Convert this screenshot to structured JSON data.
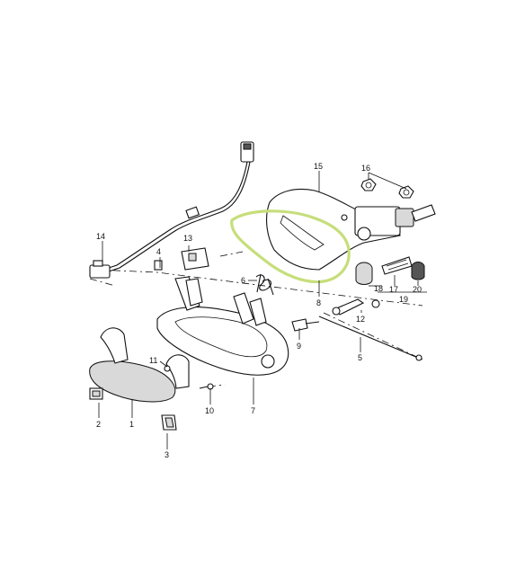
{
  "callouts": [
    {
      "id": "1",
      "label": "1"
    },
    {
      "id": "2",
      "label": "2"
    },
    {
      "id": "3",
      "label": "3"
    },
    {
      "id": "4",
      "label": "4"
    },
    {
      "id": "5",
      "label": "5"
    },
    {
      "id": "6",
      "label": "6"
    },
    {
      "id": "7",
      "label": "7"
    },
    {
      "id": "8",
      "label": "8"
    },
    {
      "id": "9",
      "label": "9"
    },
    {
      "id": "10",
      "label": "10"
    },
    {
      "id": "11",
      "label": "11"
    },
    {
      "id": "12",
      "label": "12"
    },
    {
      "id": "13",
      "label": "13"
    },
    {
      "id": "14",
      "label": "14"
    },
    {
      "id": "15",
      "label": "15"
    },
    {
      "id": "16",
      "label": "16"
    },
    {
      "id": "17",
      "label": "17"
    },
    {
      "id": "18",
      "label": "18"
    },
    {
      "id": "19",
      "label": "19"
    },
    {
      "id": "20",
      "label": "20"
    }
  ],
  "highlight": {
    "part": "8",
    "color": "#c6de7a"
  }
}
